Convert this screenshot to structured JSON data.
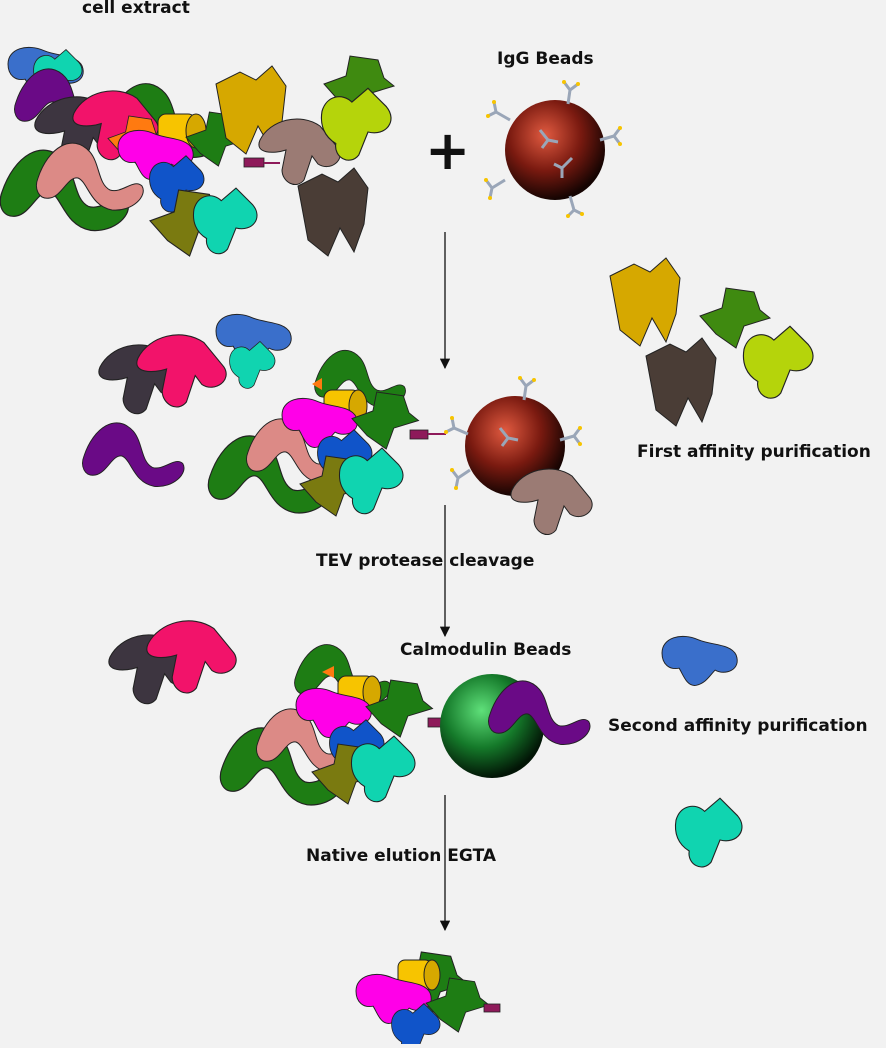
{
  "diagram": {
    "labels": {
      "cell_extract": "cell extract",
      "igg_beads": "IgG Beads",
      "first_affinity": "First affinity purification",
      "tev": "TEV protease cleavage",
      "calmodulin_beads": "Calmodulin Beads",
      "second_affinity": "Second affinity purification",
      "native_elution": "Native elution EGTA"
    },
    "operator": "+",
    "colors": {
      "background": "#f2f2f2",
      "green": "#1e7d14",
      "olive_green": "#3f8a10",
      "lime": "#b5d40b",
      "gold": "#d6a800",
      "yellow": "#f7c400",
      "taupe": "#9b7b74",
      "dark_brown": "#4a3d36",
      "charcoal": "#3d3540",
      "pink": "#f2136a",
      "magenta": "#ff00e8",
      "purple": "#6a0a86",
      "blue": "#3a6fcb",
      "royal_blue": "#1054c9",
      "teal": "#10d4b0",
      "olive": "#7a7a10",
      "salmon": "#dc8a86",
      "orange": "#ff7a10",
      "tag": "#8e1a5a",
      "igg_bead": "#8a1a10",
      "calmodulin_bead": "#1a8a30"
    }
  }
}
